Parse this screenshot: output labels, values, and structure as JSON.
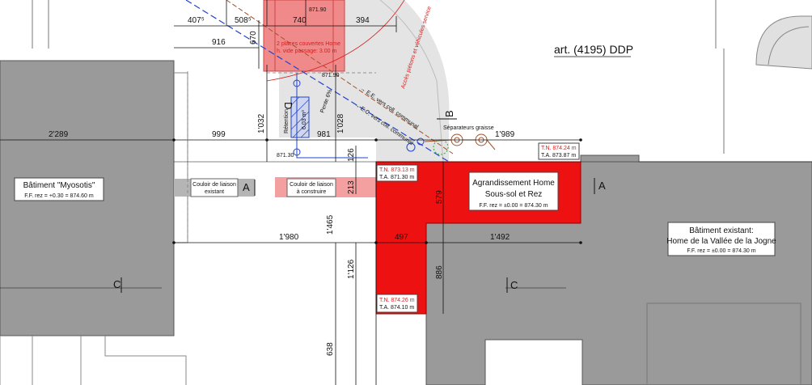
{
  "title": "art. (4195) DDP",
  "buildings": {
    "myosotis_name": "Bâtiment \"Myosotis\"",
    "myosotis_ff": "F.F. rez = +0.30 = 874.60 m",
    "extension_name_1": "Agrandissement Home",
    "extension_name_2": "Sous-sol et Rez",
    "extension_ff": "F.F. rez = ±0.00 = 874.30 m",
    "existing_name_1": "Bâtiment existant:",
    "existing_name_2": "Home de la Vallée de la Jogne",
    "existing_ff": "F.F. rez = ±0.00 = 874.30 m"
  },
  "corridors": {
    "existing_1": "Couloir de liaison",
    "existing_2": "existant",
    "new_1": "Couloir de liaison",
    "new_2": "à construire"
  },
  "parking": {
    "line1": "2 places couvertes Home",
    "line2": "h. vide passage: 3.00 m",
    "alt_top": "871.90",
    "alt_bottom": "871.90"
  },
  "access": {
    "road": "Accès piétons et véhicules service",
    "separator": "Séparateurs graisse",
    "retention": "Rétention",
    "retention_vol": "6.03 m³",
    "slope": "Pente 6%",
    "ee": "→ E.E. vers coll. communal",
    "ec": "→ E.C. vers coll. communal"
  },
  "sections": {
    "A": "A",
    "B": "B",
    "C": "C",
    "D": "D"
  },
  "altitudes": {
    "alt_871_30": "871.30",
    "tn_874_24": "T.N. 874.24 m",
    "ta_873_87": "T.A. 873.87 m",
    "tn_873_13": "T.N. 873.13 m",
    "ta_871_30": "T.A. 871.30 m",
    "tn_874_26": "T.N. 874.26 m",
    "ta_874_10": "T.A. 874.10 m"
  },
  "dimensions": {
    "d407": "407⁵",
    "d508": "508⁵",
    "d740": "740",
    "d394": "394",
    "d916": "916",
    "d670": "670",
    "d2289": "2'289",
    "d999": "999",
    "d981": "981",
    "d1989": "1'989",
    "d1032": "1'032",
    "d1028": "1'028",
    "d126": "126",
    "d213": "213",
    "d579": "579",
    "d1980": "1'980",
    "d497": "497",
    "d1492": "1'492",
    "d1465": "1'465",
    "d1126": "1'126",
    "d886": "886",
    "d638": "638"
  },
  "colors": {
    "building_gray": "#9a9a9a",
    "extension_red": "#ee1111",
    "parking_pink": "#f08a8a",
    "corridor_pink": "#f4a0a0",
    "road_gray": "#e4e4e4"
  }
}
